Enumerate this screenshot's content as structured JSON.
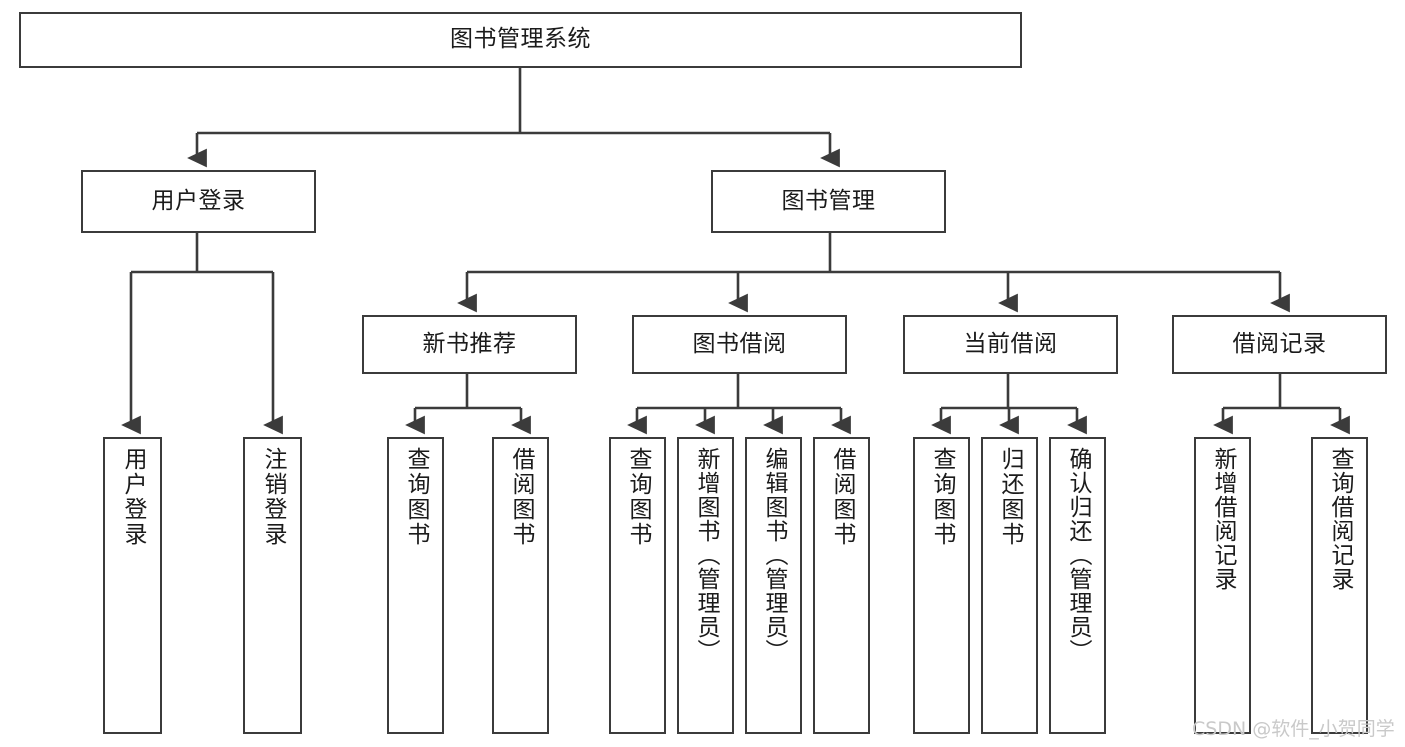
{
  "diagram": {
    "title": "图书管理系统",
    "root": {
      "label": "图书管理系统"
    },
    "level1": [
      {
        "label": "用户登录"
      },
      {
        "label": "图书管理"
      }
    ],
    "level2": [
      {
        "label": "新书推荐"
      },
      {
        "label": "图书借阅"
      },
      {
        "label": "当前借阅"
      },
      {
        "label": "借阅记录"
      }
    ],
    "leaves": {
      "user_login": [
        {
          "label": "用户登录"
        },
        {
          "label": "注销登录"
        }
      ],
      "new_book_recommend": [
        {
          "label": "查询图书"
        },
        {
          "label": "借阅图书"
        }
      ],
      "book_borrow": [
        {
          "label": "查询图书"
        },
        {
          "label": "新增图书（管理员）"
        },
        {
          "label": "编辑图书（管理员）"
        },
        {
          "label": "借阅图书"
        }
      ],
      "current_borrow": [
        {
          "label": "查询图书"
        },
        {
          "label": "归还图书"
        },
        {
          "label": "确认归还（管理员）"
        }
      ],
      "borrow_record": [
        {
          "label": "新增借阅记录"
        },
        {
          "label": "查询借阅记录"
        }
      ]
    }
  },
  "watermark": {
    "text": "CSDN @软件_小贺同学"
  },
  "colors": {
    "stroke": "#3b3b3b",
    "fill": "#ffffff",
    "text": "#1b1b1b",
    "watermark": "#c9c9c9"
  }
}
